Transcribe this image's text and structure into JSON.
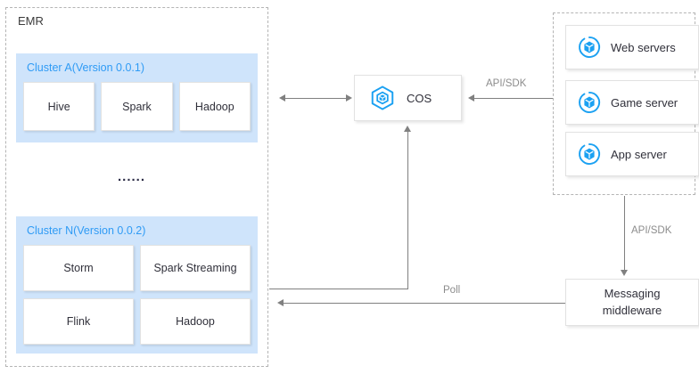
{
  "diagram": {
    "emr": {
      "title": "EMR",
      "ellipsis": "......",
      "clusters": [
        {
          "label": "Cluster A(Version 0.0.1)",
          "components": [
            "Hive",
            "Spark",
            "Hadoop"
          ]
        },
        {
          "label": "Cluster N(Version 0.0.2)",
          "components": [
            "Storm",
            "Spark Streaming",
            "Flink",
            "Hadoop"
          ]
        }
      ]
    },
    "cos": {
      "label": "COS",
      "icon": "hexagon-cube-icon"
    },
    "servers": [
      {
        "label": "Web servers",
        "icon": "server-circle-icon"
      },
      {
        "label": "Game server",
        "icon": "server-circle-icon"
      },
      {
        "label": "App server",
        "icon": "server-circle-icon"
      }
    ],
    "middleware": {
      "line1": "Messaging",
      "line2": "middleware"
    },
    "edges": {
      "servers_to_cos": "API/SDK",
      "servers_to_middleware": "API/SDK",
      "middleware_to_emr": "Poll"
    },
    "colors": {
      "cluster_band": "#cfe4fb",
      "cluster_label": "#2f9bf5",
      "icon_blue": "#1ba1f2",
      "connector": "#808080",
      "dashed_border": "#b4b4b4"
    }
  }
}
